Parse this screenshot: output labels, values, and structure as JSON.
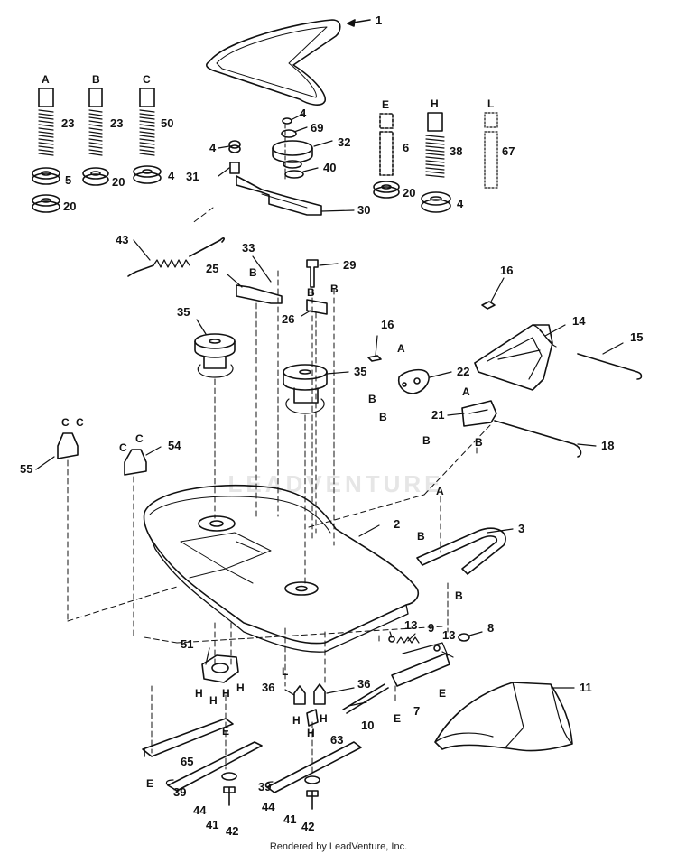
{
  "diagram": {
    "watermark": "LEADVENTURE",
    "footer": "Rendered by LeadVenture, Inc."
  },
  "callouts": [
    {
      "id": "c1",
      "text": "1"
    },
    {
      "id": "c2",
      "text": "2"
    },
    {
      "id": "c3",
      "text": "3"
    },
    {
      "id": "c4a",
      "text": "4"
    },
    {
      "id": "c4b",
      "text": "4"
    },
    {
      "id": "c4c",
      "text": "4"
    },
    {
      "id": "c4d",
      "text": "4"
    },
    {
      "id": "c5",
      "text": "5"
    },
    {
      "id": "c6",
      "text": "6"
    },
    {
      "id": "c7",
      "text": "7"
    },
    {
      "id": "c8",
      "text": "8"
    },
    {
      "id": "c9",
      "text": "9"
    },
    {
      "id": "c10",
      "text": "10"
    },
    {
      "id": "c11",
      "text": "11"
    },
    {
      "id": "c13a",
      "text": "13"
    },
    {
      "id": "c13b",
      "text": "13"
    },
    {
      "id": "c14",
      "text": "14"
    },
    {
      "id": "c15",
      "text": "15"
    },
    {
      "id": "c16a",
      "text": "16"
    },
    {
      "id": "c16b",
      "text": "16"
    },
    {
      "id": "c18",
      "text": "18"
    },
    {
      "id": "c20a",
      "text": "20"
    },
    {
      "id": "c20b",
      "text": "20"
    },
    {
      "id": "c20c",
      "text": "20"
    },
    {
      "id": "c21",
      "text": "21"
    },
    {
      "id": "c22",
      "text": "22"
    },
    {
      "id": "c23a",
      "text": "23"
    },
    {
      "id": "c23b",
      "text": "23"
    },
    {
      "id": "c25",
      "text": "25"
    },
    {
      "id": "c26",
      "text": "26"
    },
    {
      "id": "c29",
      "text": "29"
    },
    {
      "id": "c30",
      "text": "30"
    },
    {
      "id": "c31",
      "text": "31"
    },
    {
      "id": "c32",
      "text": "32"
    },
    {
      "id": "c33",
      "text": "33"
    },
    {
      "id": "c35a",
      "text": "35"
    },
    {
      "id": "c35b",
      "text": "35"
    },
    {
      "id": "c36a",
      "text": "36"
    },
    {
      "id": "c36b",
      "text": "36"
    },
    {
      "id": "c38",
      "text": "38"
    },
    {
      "id": "c39a",
      "text": "39"
    },
    {
      "id": "c39b",
      "text": "39"
    },
    {
      "id": "c40",
      "text": "40"
    },
    {
      "id": "c41a",
      "text": "41"
    },
    {
      "id": "c41b",
      "text": "41"
    },
    {
      "id": "c42a",
      "text": "42"
    },
    {
      "id": "c42b",
      "text": "42"
    },
    {
      "id": "c43",
      "text": "43"
    },
    {
      "id": "c44a",
      "text": "44"
    },
    {
      "id": "c44b",
      "text": "44"
    },
    {
      "id": "c50",
      "text": "50"
    },
    {
      "id": "c51",
      "text": "51"
    },
    {
      "id": "c54",
      "text": "54"
    },
    {
      "id": "c55",
      "text": "55"
    },
    {
      "id": "c63",
      "text": "63"
    },
    {
      "id": "c65",
      "text": "65"
    },
    {
      "id": "c67",
      "text": "67"
    },
    {
      "id": "c69",
      "text": "69"
    }
  ],
  "letters": [
    {
      "id": "L_A",
      "text": "A"
    },
    {
      "id": "L_B",
      "text": "B"
    },
    {
      "id": "L_C",
      "text": "C"
    },
    {
      "id": "L_E",
      "text": "E"
    },
    {
      "id": "L_H",
      "text": "H"
    },
    {
      "id": "L_L",
      "text": "L"
    }
  ]
}
